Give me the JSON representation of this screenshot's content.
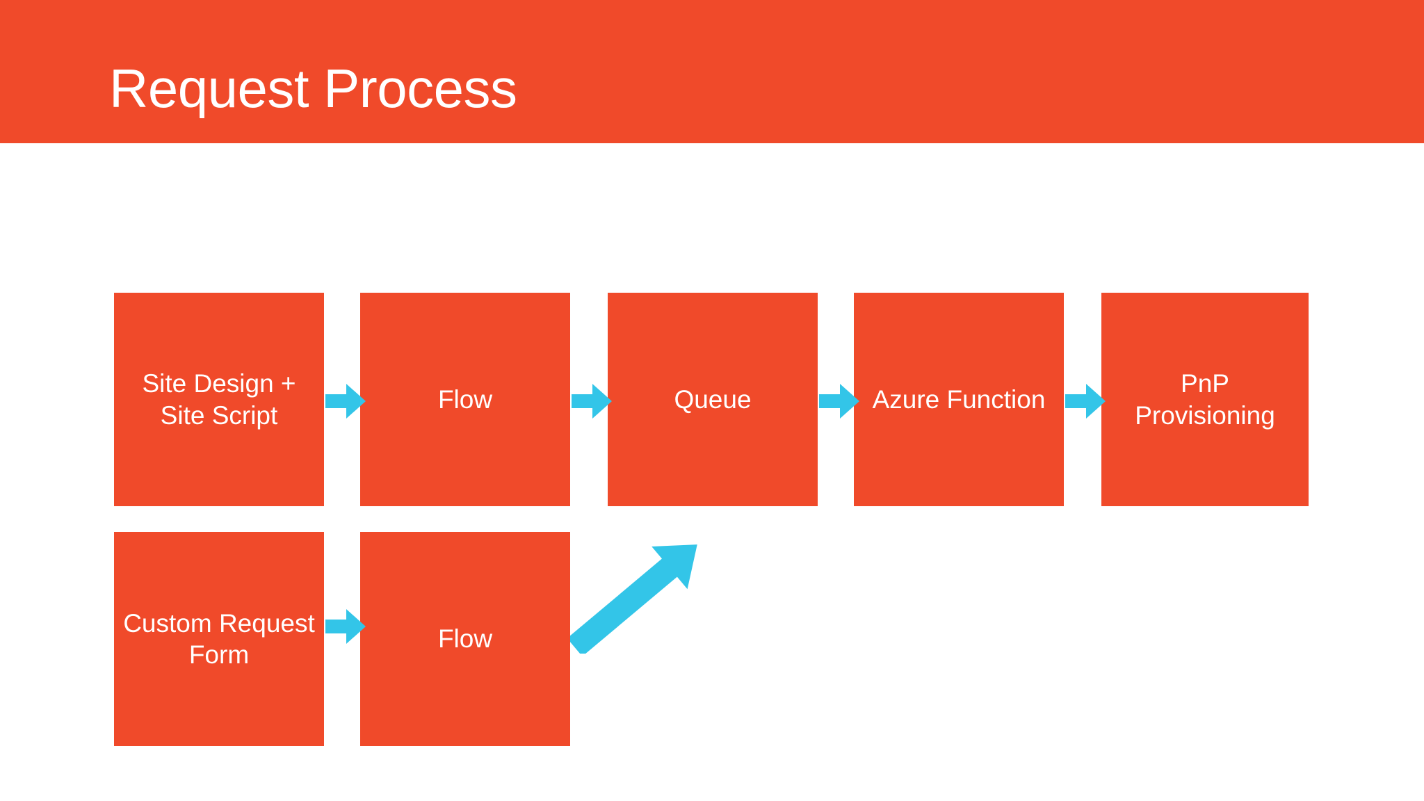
{
  "slide": {
    "title": "Request Process",
    "background_color": "#FFFFFF",
    "accent_color": "#F04A2A",
    "arrow_color": "#33C5E8",
    "box_text_color": "#FFFFFF"
  },
  "diagram": {
    "type": "flowchart",
    "rows": [
      {
        "name": "primary-flow",
        "nodes": [
          {
            "label": "Site Design +\nSite Script"
          },
          {
            "label": "Flow"
          },
          {
            "label": "Queue"
          },
          {
            "label": "Azure Function"
          },
          {
            "label": "PnP\nProvisioning"
          }
        ],
        "connectors": [
          {
            "from": "Site Design + Site Script",
            "to": "Flow",
            "kind": "arrow-right"
          },
          {
            "from": "Flow",
            "to": "Queue",
            "kind": "arrow-right"
          },
          {
            "from": "Queue",
            "to": "Azure Function",
            "kind": "arrow-right"
          },
          {
            "from": "Azure Function",
            "to": "PnP Provisioning",
            "kind": "arrow-right"
          }
        ]
      },
      {
        "name": "alternate-entry-flow",
        "nodes": [
          {
            "label": "Custom Request\nForm"
          },
          {
            "label": "Flow"
          }
        ],
        "connectors": [
          {
            "from": "Custom Request Form",
            "to": "Flow",
            "kind": "arrow-right"
          },
          {
            "from": "Flow",
            "to": "Queue",
            "kind": "arrow-diagonal-up-right"
          }
        ]
      }
    ]
  }
}
